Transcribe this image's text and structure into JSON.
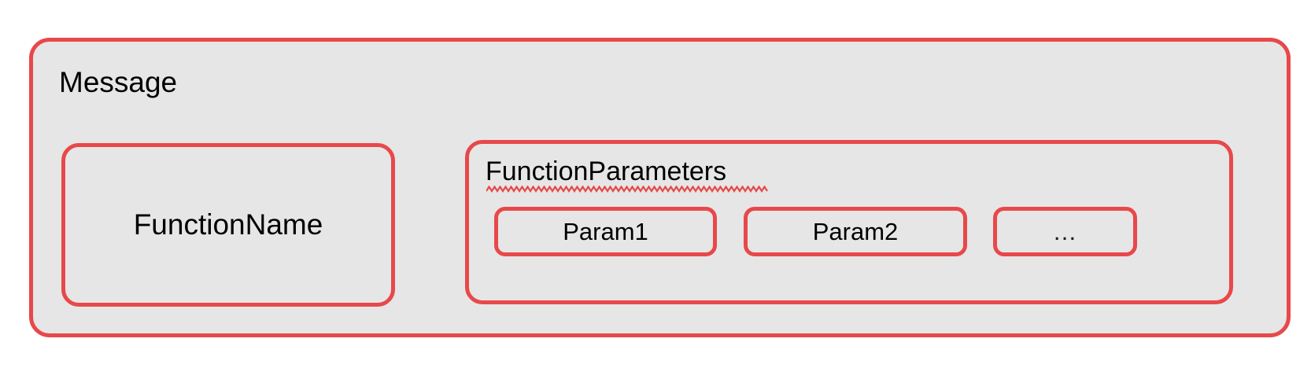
{
  "diagram": {
    "title": "Message",
    "colors": {
      "outline": "#e8484a",
      "fill": "#e6e6e6",
      "text": "#000000",
      "spellcheck_squiggle": "#e8484a",
      "page_background": "#ffffff"
    },
    "blocks": {
      "function_name": {
        "label": "FunctionName"
      },
      "function_parameters": {
        "label": "FunctionParameters",
        "spellcheck_underline": true,
        "params": [
          {
            "label": "Param1"
          },
          {
            "label": "Param2"
          },
          {
            "label": "…"
          }
        ]
      }
    }
  }
}
